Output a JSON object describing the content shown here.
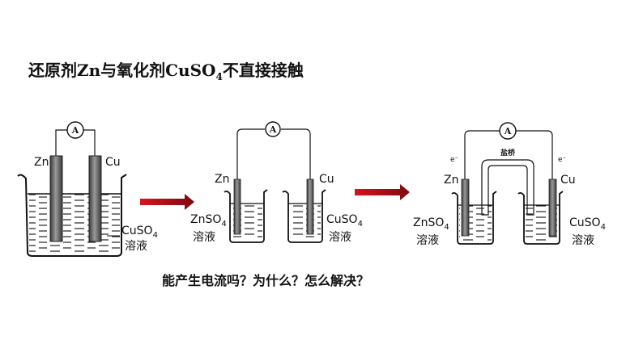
{
  "title": {
    "prefix": "还原剂Zn与氧化剂CuSO",
    "subscript": "4",
    "suffix": "不直接接触"
  },
  "question": "能产生电流吗？为什么？怎么解决？",
  "diagrams": [
    {
      "meter_label": "A",
      "left_electrode": "Zn",
      "right_electrode": "Cu",
      "solution_formula": "CuSO",
      "solution_sub": "4",
      "solution_word": "溶液"
    },
    {
      "meter_label": "A",
      "left_electrode": "Zn",
      "right_electrode": "Cu",
      "left_formula": "ZnSO",
      "left_sub": "4",
      "left_word": "溶液",
      "right_formula": "CuSO",
      "right_sub": "4",
      "right_word": "溶液"
    },
    {
      "meter_label": "A",
      "left_electrode": "Zn",
      "right_electrode": "Cu",
      "salt_bridge": "盐桥",
      "electron_left": "e⁻",
      "electron_right": "e⁻",
      "left_formula": "ZnSO",
      "left_sub": "4",
      "left_word": "溶液",
      "right_formula": "CuSO",
      "right_sub": "4",
      "right_word": "溶液"
    }
  ],
  "colors": {
    "arrow": "#c0111a",
    "arrow_dark": "#7a0a10",
    "electrode": "#6a6a6a",
    "line": "#111111"
  }
}
